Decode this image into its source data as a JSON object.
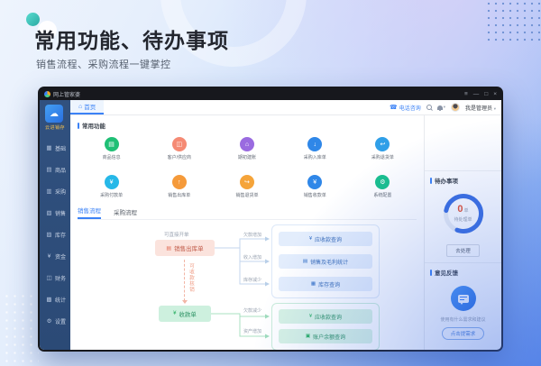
{
  "page": {
    "title": "常用功能、待办事项",
    "subtitle": "销售流程、采购流程一键掌控"
  },
  "window": {
    "titlebar": {
      "title": "网上管家婆",
      "controls": {
        "skin": "≡",
        "min": "—",
        "max": "□",
        "close": "×"
      }
    },
    "sidebar": {
      "logo_text": "云进销存",
      "items": [
        {
          "icon": "▦",
          "label": "基础"
        },
        {
          "icon": "▤",
          "label": "商品"
        },
        {
          "icon": "▥",
          "label": "采购"
        },
        {
          "icon": "▧",
          "label": "销售"
        },
        {
          "icon": "▨",
          "label": "库存"
        },
        {
          "icon": "¥",
          "label": "资金"
        },
        {
          "icon": "◫",
          "label": "财务"
        },
        {
          "icon": "▩",
          "label": "统计"
        },
        {
          "icon": "⚙",
          "label": "设置"
        }
      ]
    },
    "topbar": {
      "home_tab": "首页",
      "phone_label": "电话咨询",
      "user_label": "我是管理员"
    },
    "quick": {
      "section_title": "常用功能",
      "tiles": [
        {
          "label": "商品信息",
          "color": "#1fbf75",
          "glyph": "▤"
        },
        {
          "label": "客户/供应商",
          "color": "#f58a74",
          "glyph": "◫"
        },
        {
          "label": "期初建账",
          "color": "#9a6be0",
          "glyph": "⌂"
        },
        {
          "label": "采购入库单",
          "color": "#2f87e8",
          "glyph": "↓"
        },
        {
          "label": "采购退货单",
          "color": "#2f9fe8",
          "glyph": "↩"
        },
        {
          "label": "采购付款单",
          "color": "#26b8e8",
          "glyph": "¥"
        },
        {
          "label": "销售出库单",
          "color": "#f59a3a",
          "glyph": "↑"
        },
        {
          "label": "销售退货单",
          "color": "#f5a43a",
          "glyph": "↪"
        },
        {
          "label": "销售收款单",
          "color": "#2f87e8",
          "glyph": "¥"
        },
        {
          "label": "系统配置",
          "color": "#19c08d",
          "glyph": "⚙"
        }
      ]
    },
    "flow_tabs": {
      "sales": "销售流程",
      "purchase": "采购流程"
    },
    "flow": {
      "hint": "可直接开单",
      "sale_box": {
        "icon": "▤",
        "label": "销售出库单"
      },
      "writeoff_note": "可收款核销",
      "receipt_box": {
        "icon": "¥",
        "label": "收款单"
      },
      "blue_links": [
        "欠款增加",
        "收入增加",
        "库存减少"
      ],
      "blue_boxes": [
        {
          "icon": "¥",
          "label": "应收款查询"
        },
        {
          "icon": "▤",
          "label": "销售及毛利统计"
        },
        {
          "icon": "▦",
          "label": "库存查询"
        }
      ],
      "green_links": [
        "欠款减少",
        "资产增加"
      ],
      "green_boxes": [
        {
          "icon": "¥",
          "label": "应收款查询"
        },
        {
          "icon": "▣",
          "label": "账户余额查询"
        }
      ]
    },
    "todo": {
      "title": "待办事项",
      "count": "0",
      "unit": "单",
      "caption": "待处理单",
      "percent": 78,
      "action": "去处理"
    },
    "feedback": {
      "title": "意见反馈",
      "hint": "使用有什么需求和建议",
      "action": "点击提需求"
    }
  },
  "colors": {
    "accent_blue": "#3b82f6",
    "donut_arc": "#3a6ee0",
    "donut_track": "#e9edf4",
    "todo_count": "#e8502e",
    "sidebar_bg": "#2f4e7c",
    "sale_box_bg": "#fbe3dd",
    "receipt_box_bg": "#cdf0de"
  }
}
